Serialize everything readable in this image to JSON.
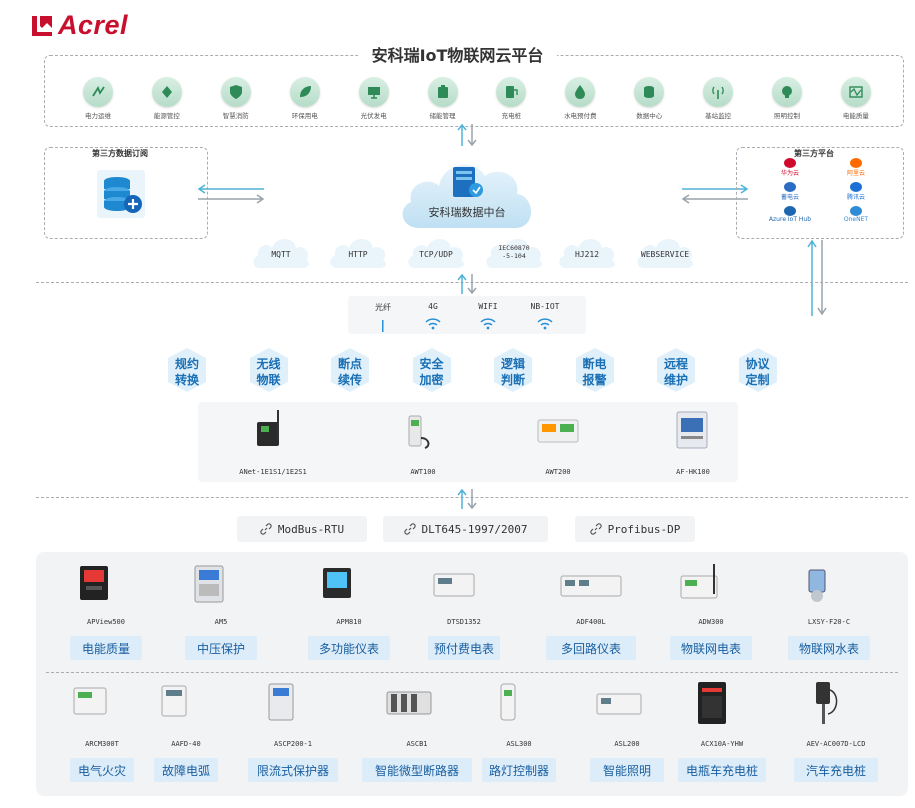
{
  "logo": {
    "text": "Acrel"
  },
  "platform": {
    "title": "安科瑞IoT物联网云平台",
    "modules": [
      {
        "label": "电力运维",
        "icon": "power-ops-icon"
      },
      {
        "label": "能源管控",
        "icon": "energy-icon"
      },
      {
        "label": "智慧消防",
        "icon": "fire-shield-icon"
      },
      {
        "label": "环保用电",
        "icon": "eco-leaf-icon"
      },
      {
        "label": "光伏发电",
        "icon": "solar-panel-icon"
      },
      {
        "label": "储能管理",
        "icon": "battery-icon"
      },
      {
        "label": "充电桩",
        "icon": "charger-icon"
      },
      {
        "label": "水电预付费",
        "icon": "water-drop-icon"
      },
      {
        "label": "数据中心",
        "icon": "database-icon"
      },
      {
        "label": "基站监控",
        "icon": "antenna-icon"
      },
      {
        "label": "照明控制",
        "icon": "bulb-icon"
      },
      {
        "label": "电能质量",
        "icon": "waveform-icon"
      }
    ]
  },
  "third_party_sub": {
    "title": "第三方数据订阅"
  },
  "data_center": {
    "label": "安科瑞数据中台"
  },
  "third_party_platform": {
    "title": "第三方平台",
    "items": [
      {
        "label": "华为云",
        "color": "#cf0a2c"
      },
      {
        "label": "阿里云",
        "color": "#ff6a00"
      },
      {
        "label": "蓄电云",
        "color": "#2b6cc4"
      },
      {
        "label": "腾讯云",
        "color": "#1d70d6"
      },
      {
        "label": "Azure IoT Hub",
        "color": "#1f66b1"
      },
      {
        "label": "OneNET",
        "color": "#2e8bd8"
      }
    ]
  },
  "cloud_protocols": [
    "MQTT",
    "HTTP",
    "TCP/UDP",
    "IEC60870\n-5-104",
    "HJ212",
    "WEBSERVICE"
  ],
  "comm_channels": [
    "光纤",
    "4G",
    "WIFI",
    "NB-IOT"
  ],
  "features": [
    "规约\n转换",
    "无线\n物联",
    "断点\n续传",
    "安全\n加密",
    "逻辑\n判断",
    "断电\n报警",
    "远程\n维护",
    "协议\n定制"
  ],
  "gateways": [
    "ANet-1E1S1/1E2S1",
    "AWT100",
    "AWT200",
    "AF-HK100"
  ],
  "field_protocols": [
    "ModBus-RTU",
    "DLT645-1997/2007",
    "Profibus-DP"
  ],
  "devices_row1": [
    {
      "model": "APView500",
      "tag": "电能质量"
    },
    {
      "model": "AM5",
      "tag": "中压保护"
    },
    {
      "model": "APM810",
      "tag": "多功能仪表"
    },
    {
      "model": "DTSD1352",
      "tag": "预付费电表"
    },
    {
      "model": "ADF400L",
      "tag": "多回路仪表"
    },
    {
      "model": "ADW300",
      "tag": "物联网电表"
    },
    {
      "model": "LXSY-F20-C",
      "tag": "物联网水表"
    }
  ],
  "devices_row2": [
    {
      "model": "ARCM300T",
      "tag": "电气火灾"
    },
    {
      "model": "AAFD-40",
      "tag": "故障电弧"
    },
    {
      "model": "ASCP200-1",
      "tag": "限流式保护器"
    },
    {
      "model": "ASCB1",
      "tag": "智能微型断路器"
    },
    {
      "model": "ASL300",
      "tag": "路灯控制器"
    },
    {
      "model": "ASL200",
      "tag": "智能照明"
    },
    {
      "model": "ACX10A-YHW",
      "tag": "电瓶车充电桩"
    },
    {
      "model": "AEV-AC007D-LCD",
      "tag": "汽车充电桩"
    }
  ],
  "colors": {
    "brand": "#c8102e",
    "accent": "#1a6fb5",
    "tag_bg": "#dcecf8"
  }
}
